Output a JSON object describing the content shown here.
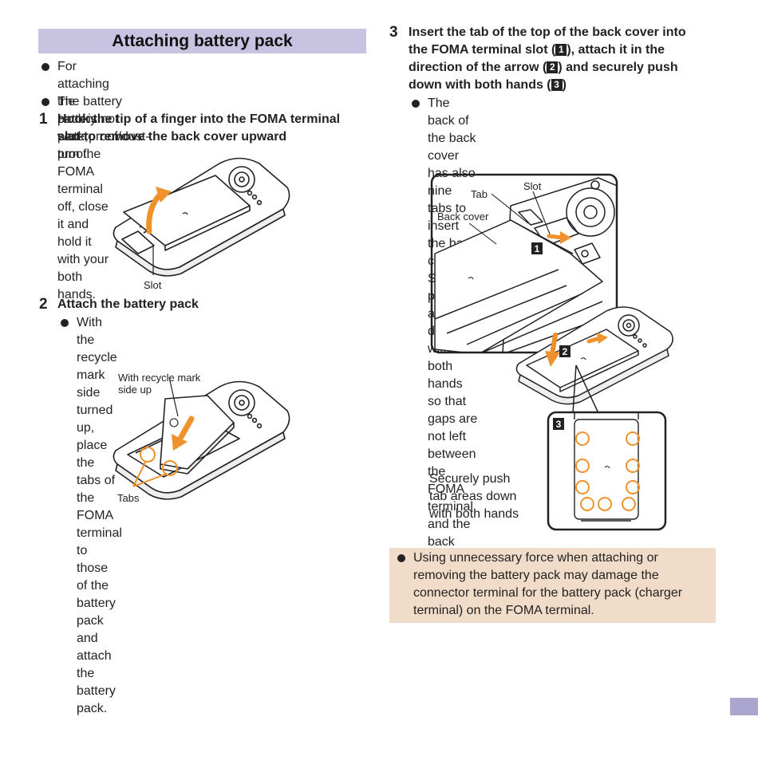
{
  "section_title": "Attaching battery pack",
  "intro_bullets": [
    [
      "For attaching the battery pack, turn the FOMA",
      "terminal off, close it and hold it with your both hands."
    ],
    [
      "The battery pack is not waterproof/dust-proof."
    ]
  ],
  "step1": {
    "num": "1",
    "lines": [
      "Hook the tip of a finger into the FOMA terminal",
      "slot to remove the back cover upward"
    ],
    "figure_label_slot": "Slot"
  },
  "step2": {
    "num": "2",
    "title": "Attach the battery pack",
    "bullet_lines": [
      "With the recycle mark side turned up, place the",
      "tabs of the FOMA terminal to those of the battery",
      "pack and attach the battery pack."
    ],
    "label_recycle_1": "With recycle mark",
    "label_recycle_2": "side up",
    "label_tabs": "Tabs"
  },
  "step3": {
    "num": "3",
    "line1": "Insert the tab of the top of the back cover into",
    "line2_a": "the FOMA terminal slot (",
    "line2_b": "), attach it in the",
    "line3_a": "direction of the arrow (",
    "line3_b": ") and securely push",
    "line4_a": "down with both hands (",
    "line4_b": ")",
    "marker1": "1",
    "marker2": "2",
    "marker3": "3",
    "bullet_lines": [
      "The back of the back cover has also nine tabs to",
      "insert the back cover. Securely push tab areas",
      "down with both hands so that gaps are not left",
      "between the FOMA terminal and the back cover."
    ],
    "label_tab": "Tab",
    "label_slot": "Slot",
    "label_back_cover": "Back cover",
    "push_lines": [
      "Securely push",
      "tab areas down",
      "with both hands"
    ]
  },
  "warning_lines": [
    "Using unnecessary force when attaching or",
    "removing the battery pack may damage the",
    "connector terminal for the battery pack (charger",
    "terminal) on the FOMA terminal."
  ],
  "colors": {
    "title_bar": "#c8c3e0",
    "arrow": "#f0922b",
    "warning_bg": "#f1dcc9",
    "side_tab": "#a9a5cf"
  }
}
